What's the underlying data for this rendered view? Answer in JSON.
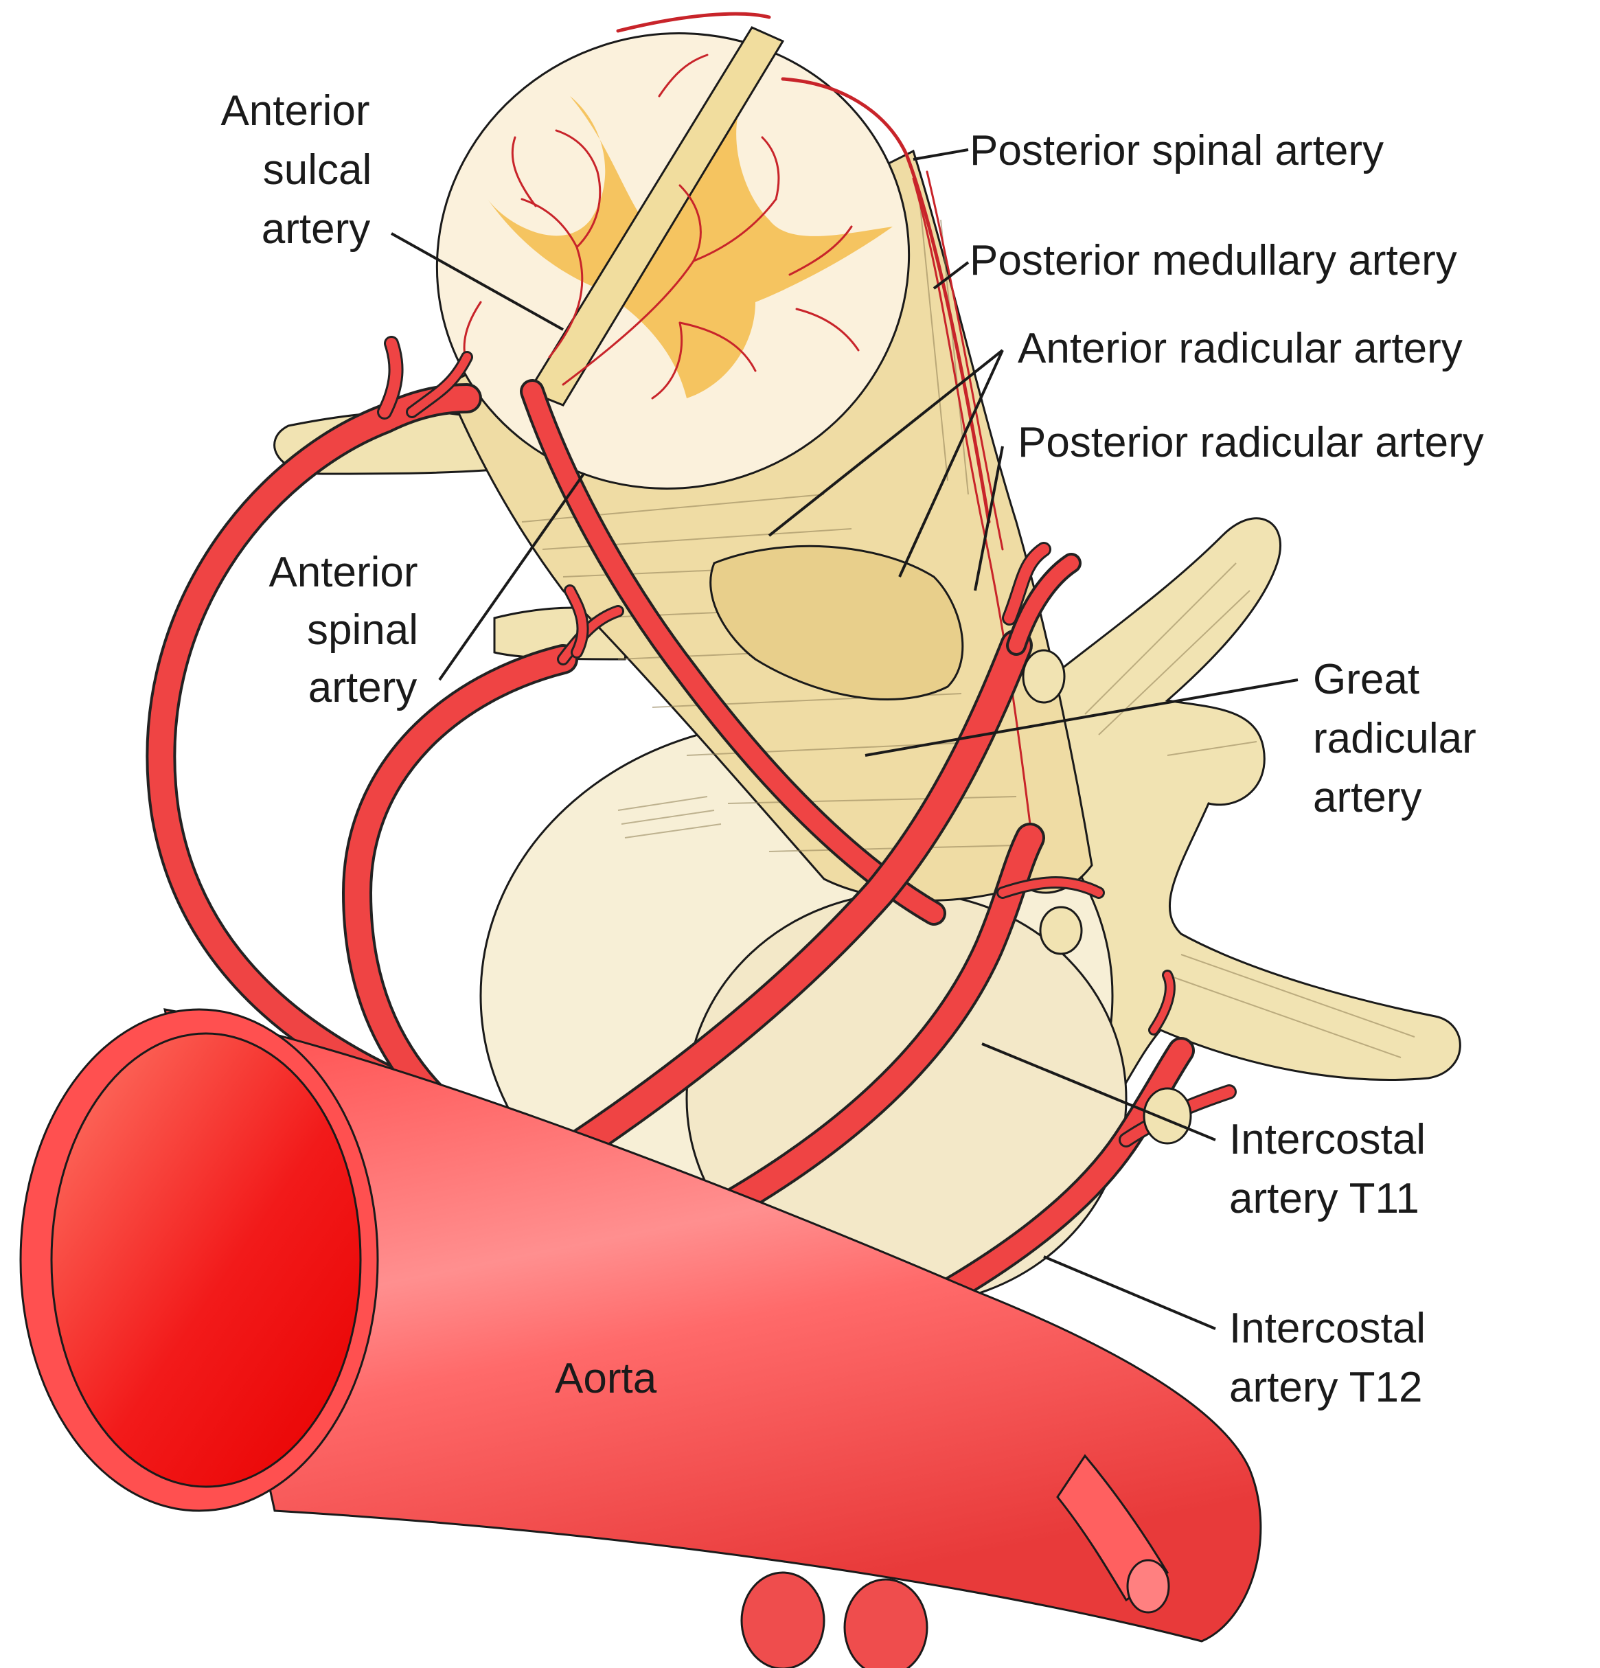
{
  "colors": {
    "artery": "#ef4444",
    "artery_dark": "#c8242a",
    "aorta_lumen": "#f21a1a",
    "bone": "#f5e6b8",
    "vertebral_body": "#f7efd6",
    "gray_matter": "#f4bf52",
    "cord_white": "#fbf1dc"
  },
  "labels": {
    "anterior_sulcal": [
      "Anterior",
      "sulcal",
      "artery"
    ],
    "posterior_spinal": "Posterior spinal artery",
    "posterior_medullary": "Posterior medullary artery",
    "anterior_radicular": "Anterior radicular artery",
    "posterior_radicular": "Posterior radicular artery",
    "anterior_spinal": [
      "Anterior",
      "spinal",
      "artery"
    ],
    "great_radicular": [
      "Great",
      "radicular",
      "artery"
    ],
    "intercostal_t11": [
      "Intercostal",
      "artery T11"
    ],
    "intercostal_t12": [
      "Intercostal",
      "artery T12"
    ],
    "aorta": "Aorta"
  }
}
